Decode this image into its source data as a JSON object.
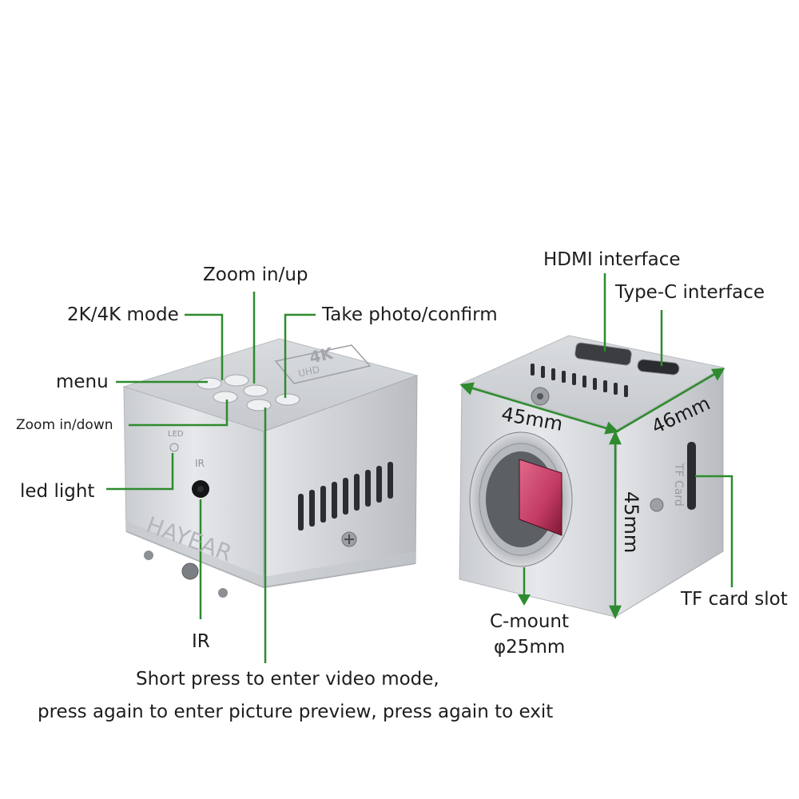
{
  "labels": {
    "zoom_in_up": "Zoom in/up",
    "mode_2k_4k": "2K/4K mode",
    "take_photo": "Take photo/confirm",
    "menu": "menu",
    "zoom_in_down": "Zoom in/down",
    "led_light": "led  light",
    "ir": "IR",
    "video_line1": "Short press to enter video mode,",
    "video_line2": "press again to enter picture preview, press again to exit",
    "hdmi": "HDMI interface",
    "type_c": "Type-C interface",
    "tf_slot": "TF card slot",
    "c_mount": "C-mount",
    "c_mount_dia": "φ25mm"
  },
  "dimensions": {
    "width": "45mm",
    "depth": "46mm",
    "height": "45mm"
  },
  "markings": {
    "brand": "HAYEAR",
    "badge_top": "4K",
    "badge_bottom": "UHD",
    "led_mark": "LED",
    "ir_mark": "IR",
    "tf_mark": "TF Card"
  },
  "colors": {
    "callout": "#2e8b2e",
    "sensor": "#c23a63",
    "aluminium": "#d2d5d9"
  }
}
